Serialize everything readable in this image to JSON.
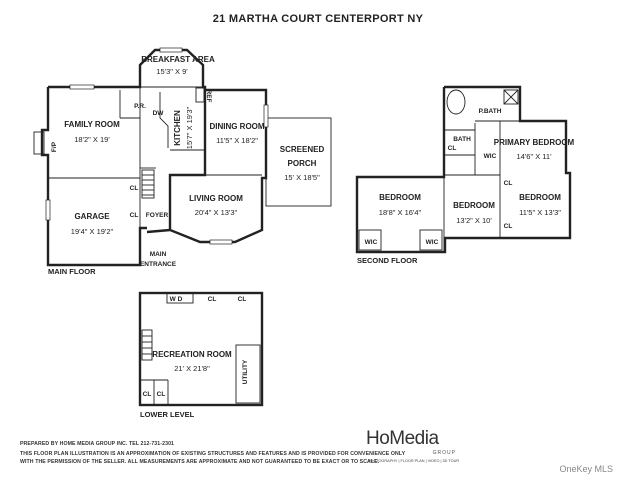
{
  "title": "21 MARTHA COURT CENTERPORT NY",
  "floors": {
    "main": "MAIN FLOOR",
    "second": "SECOND FLOOR",
    "lower": "LOWER LEVEL"
  },
  "rooms": {
    "breakfast": {
      "name": "BREAKFAST AREA",
      "dim": "15'3\" X 9'"
    },
    "family": {
      "name": "FAMILY ROOM",
      "dim": "18'2\" X 19'"
    },
    "kitchen": {
      "name": "KITCHEN",
      "dim": "15'7\" X 19'3\""
    },
    "dining": {
      "name": "DINING ROOM",
      "dim": "11'5\" X 18'2\""
    },
    "porch": {
      "name": "SCREENED",
      "name2": "PORCH",
      "dim": "15' X 18'5\""
    },
    "living": {
      "name": "LIVING ROOM",
      "dim": "20'4\" X 13'3\""
    },
    "garage": {
      "name": "GARAGE",
      "dim": "19'4\" X 19'2\""
    },
    "primary": {
      "name": "PRIMARY BEDROOM",
      "dim": "14'6\" X 11'"
    },
    "bed1": {
      "name": "BEDROOM",
      "dim": "18'8\" X 16'4\""
    },
    "bed2": {
      "name": "BEDROOM",
      "dim": "13'2\" X 10'"
    },
    "bed3": {
      "name": "BEDROOM",
      "dim": "11'5\" X 13'3\""
    },
    "rec": {
      "name": "RECREATION ROOM",
      "dim": "21' X 21'8\""
    }
  },
  "small_labels": {
    "pr": "P.R.",
    "dw": "DW",
    "ref": "REF",
    "fp": "F/P",
    "cl": "CL",
    "foyer": "FOYER",
    "main_entrance_1": "MAIN",
    "main_entrance_2": "ENTRANCE",
    "pbath": "P.BATH",
    "bath": "BATH",
    "wic": "WIC",
    "wd": "W D",
    "utility": "UTILITY"
  },
  "footer": {
    "line1": "PREPARED BY HOME MEDIA GROUP INC. TEL 212-731-2301",
    "line2": "THIS FLOOR PLAN ILLUSTRATION IS AN APPROXIMATION OF EXISTING STRUCTURES AND FEATURES AND IS PROVIDED FOR CONVENIENCE ONLY",
    "line3": "WITH THE PERMISSION OF THE SELLER. ALL MEASUREMENTS ARE APPROXIMATE AND NOT GUARANTEED TO BE EXACT OR TO SCALE."
  },
  "logo": {
    "brand": "HoMedia",
    "group": "GROUP",
    "tagline": "PHOTOGRAPHY | FLOOR PLAN | VIDEO | 3D TOUR"
  },
  "watermark": "OneKey MLS"
}
